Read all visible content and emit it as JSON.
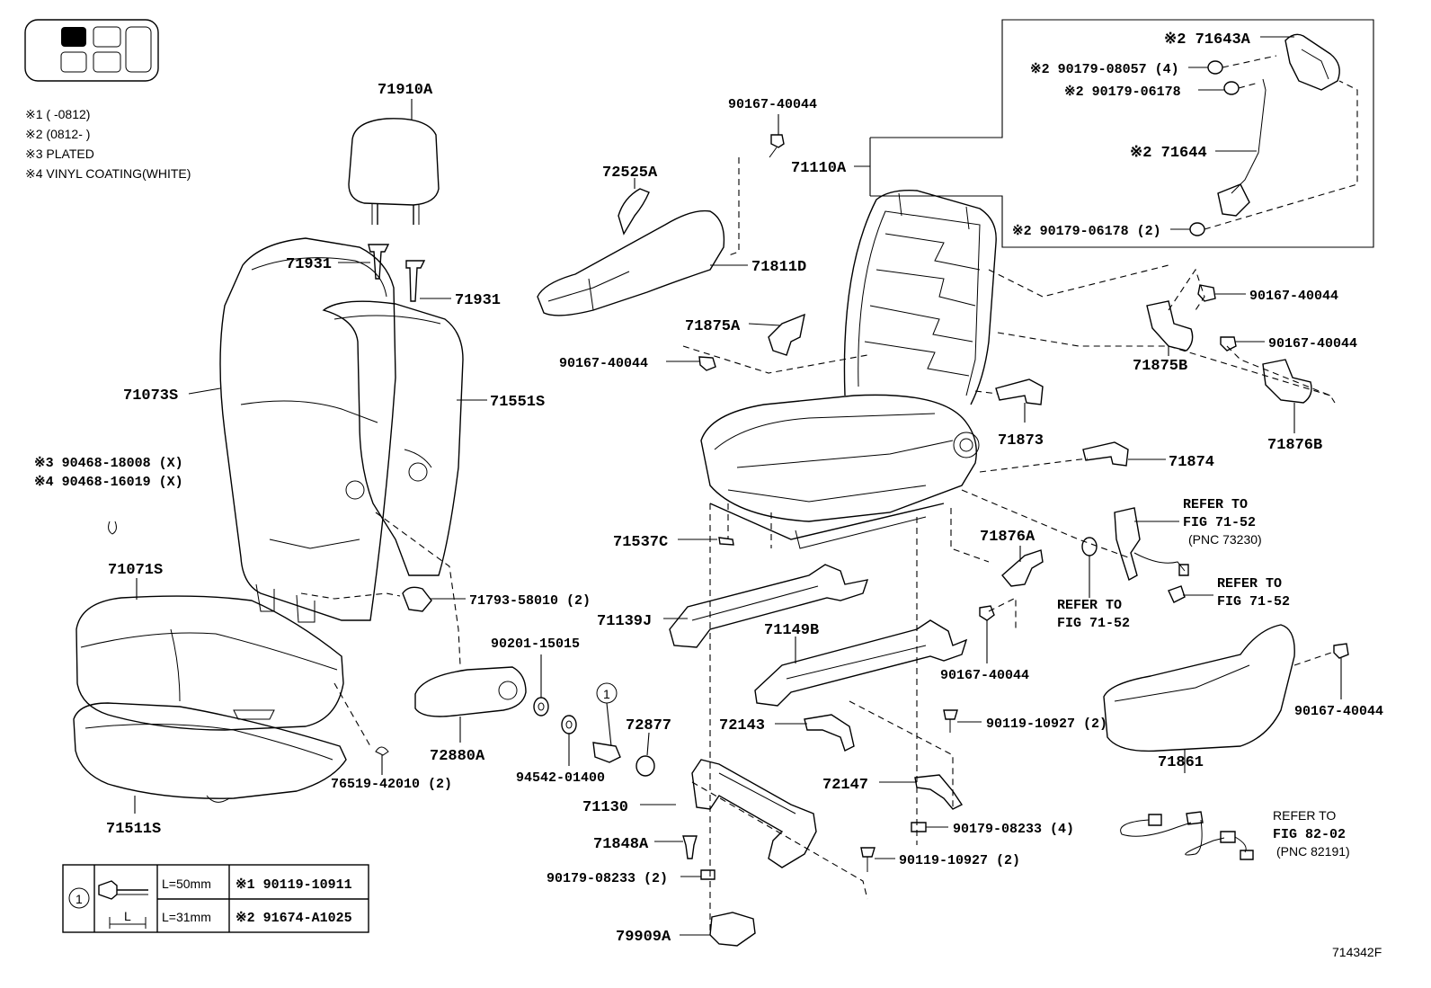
{
  "notes": [
    "※1 (      -0812)",
    "※2 (0812-      )",
    "※3 PLATED",
    "※4 VINYL COATING(WHITE)"
  ],
  "labels": {
    "p71910A": "71910A",
    "p71931a": "71931",
    "p71931b": "71931",
    "p71073S": "71073S",
    "p71551S": "71551S",
    "p90468_18008": "※3 90468-18008 (X)",
    "p90468_16019": "※4 90468-16019 (X)",
    "p71071S": "71071S",
    "p71511S": "71511S",
    "p76519": "76519-42010 (2)",
    "p71793": "71793-58010 (2)",
    "p90201": "90201-15015",
    "p72880A": "72880A",
    "p94542": "94542-01400",
    "p72877": "72877",
    "p72525A": "72525A",
    "p90167_top": "90167-40044",
    "p71110A": "71110A",
    "p71811D": "71811D",
    "p71875A": "71875A",
    "p90167_left": "90167-40044",
    "p71537C": "71537C",
    "p71139J": "71139J",
    "p71149B": "71149B",
    "p72143": "72143",
    "p72147": "72147",
    "p71130": "71130",
    "p71848A": "71848A",
    "p90179_08233a": "90179-08233 (2)",
    "p79909A": "79909A",
    "p90119_a": "90119-10927 (2)",
    "p90119_b": "90119-10927 (2)",
    "p90179_08233b": "90179-08233 (4)",
    "p71643A": "※2 71643A",
    "p90179_08057": "※2 90179-08057 (4)",
    "p90179_06178a": "※2 90179-06178",
    "p71644": "※2 71644",
    "p90179_06178b": "※2 90179-06178 (2)",
    "p90167_r1": "90167-40044",
    "p90167_r2": "90167-40044",
    "p71875B": "71875B",
    "p71876B": "71876B",
    "p71873": "71873",
    "p71874": "71874",
    "p71876A": "71876A",
    "p90167_mid": "90167-40044",
    "p90167_r3": "90167-40044",
    "p71861": "71861",
    "ref1a": "REFER TO",
    "ref1b": "FIG 71-52",
    "ref1c": "(PNC 73230)",
    "ref2a": "REFER TO",
    "ref2b": "FIG 71-52",
    "ref3a": "REFER TO",
    "ref3b": "FIG 71-52",
    "ref4a": "REFER TO",
    "ref4b": "FIG 82-02",
    "ref4c": "(PNC 82191)",
    "circle1": "1",
    "figure_code": "714342F"
  },
  "bolt_table": {
    "ref": "1",
    "dim_label": "L",
    "rows": [
      {
        "length": "L=50mm",
        "part": "※1 90119-10911"
      },
      {
        "length": "L=31mm",
        "part": "※2 91674-A1025"
      }
    ]
  }
}
